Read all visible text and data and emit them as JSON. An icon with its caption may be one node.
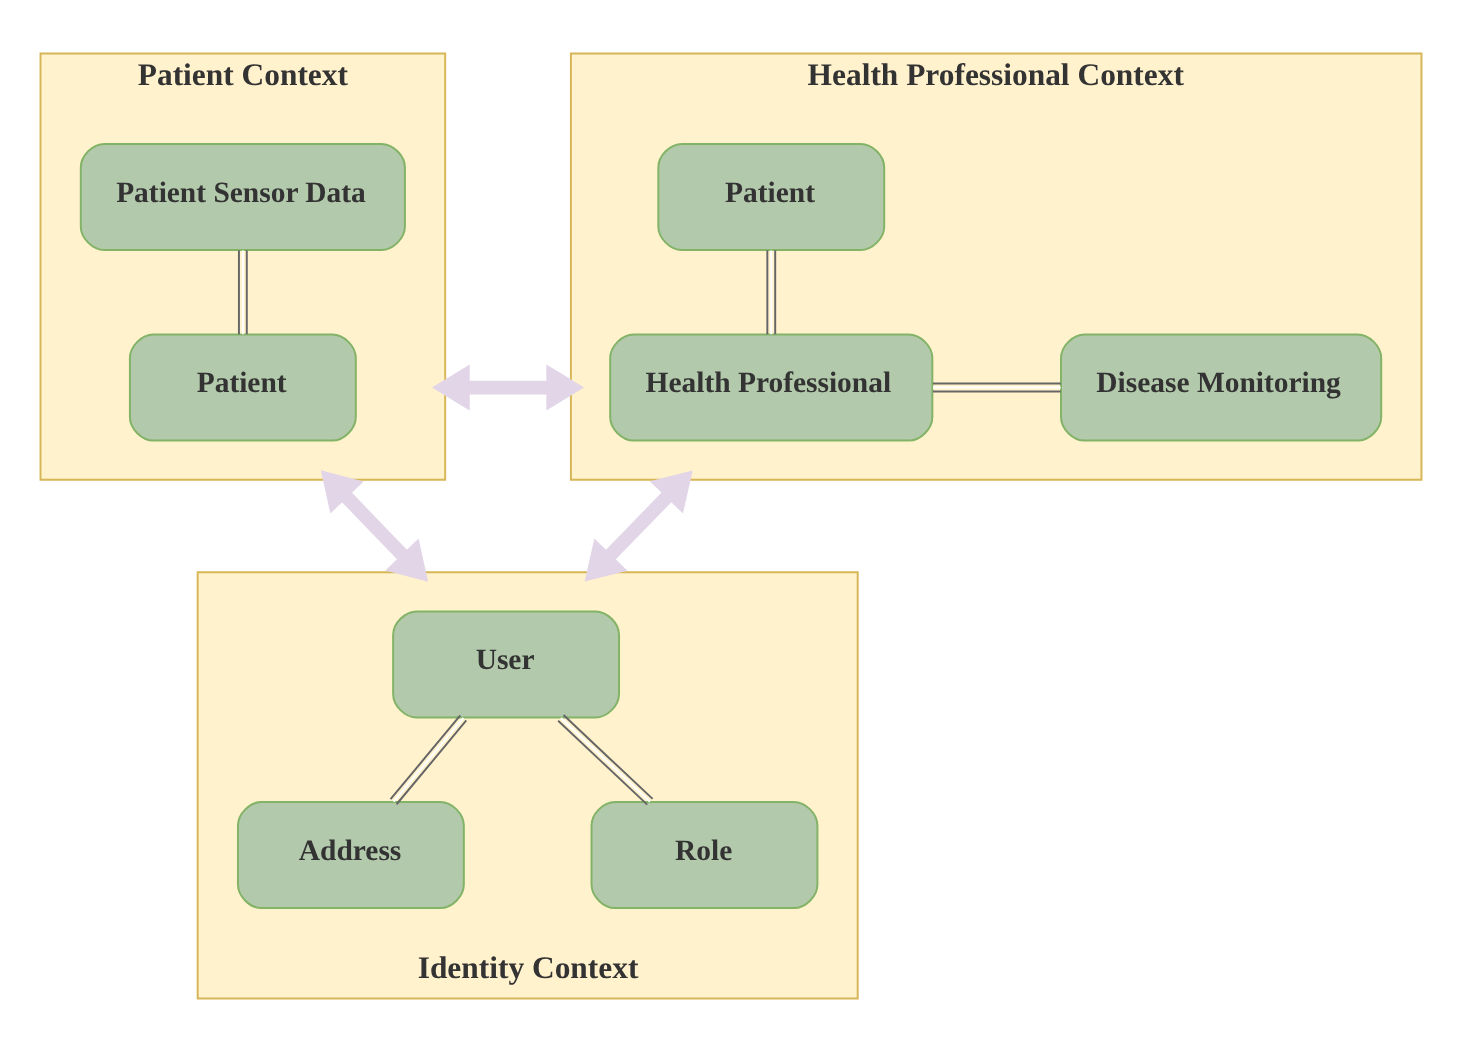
{
  "diagram": {
    "nodes": [
      {
        "text": [
          "Patient Context"
        ]
      },
      {
        "text": [
          "Patient Sensor Data"
        ],
        "in": 0
      },
      {
        "text": [
          "Patient"
        ],
        "in": 0
      },
      {
        "text": [
          "Health Professional Context"
        ]
      },
      {
        "text": [
          "Patient"
        ],
        "in": 3
      },
      {
        "text": [
          "Health Professional"
        ],
        "in": 3
      },
      {
        "text": [
          "Disease Monitoring"
        ],
        "in": 3
      },
      {
        "text": [
          "Identity Context"
        ]
      },
      {
        "text": [
          "User"
        ],
        "in": 7
      },
      {
        "text": [
          "Address"
        ],
        "in": 7
      },
      {
        "text": [
          "Role"
        ],
        "in": 7
      }
    ],
    "edges": [
      {
        "from": 1,
        "to": 2,
        "arrow": "none"
      },
      {
        "from": 4,
        "to": 5,
        "arrow": "none"
      },
      {
        "from": 5,
        "to": 6,
        "arrow": "none"
      },
      {
        "from": 8,
        "to": 9,
        "arrow": "none"
      },
      {
        "from": 8,
        "to": 10,
        "arrow": "none"
      },
      {
        "from": 2,
        "to": 5,
        "arrow": "both",
        "style": "thick",
        "color": "#e1d5e7"
      },
      {
        "from": 2,
        "to": 8,
        "arrow": "both",
        "style": "thick",
        "color": "#e1d5e7"
      },
      {
        "from": 5,
        "to": 8,
        "arrow": "both",
        "style": "thick",
        "color": "#e1d5e7"
      }
    ]
  }
}
